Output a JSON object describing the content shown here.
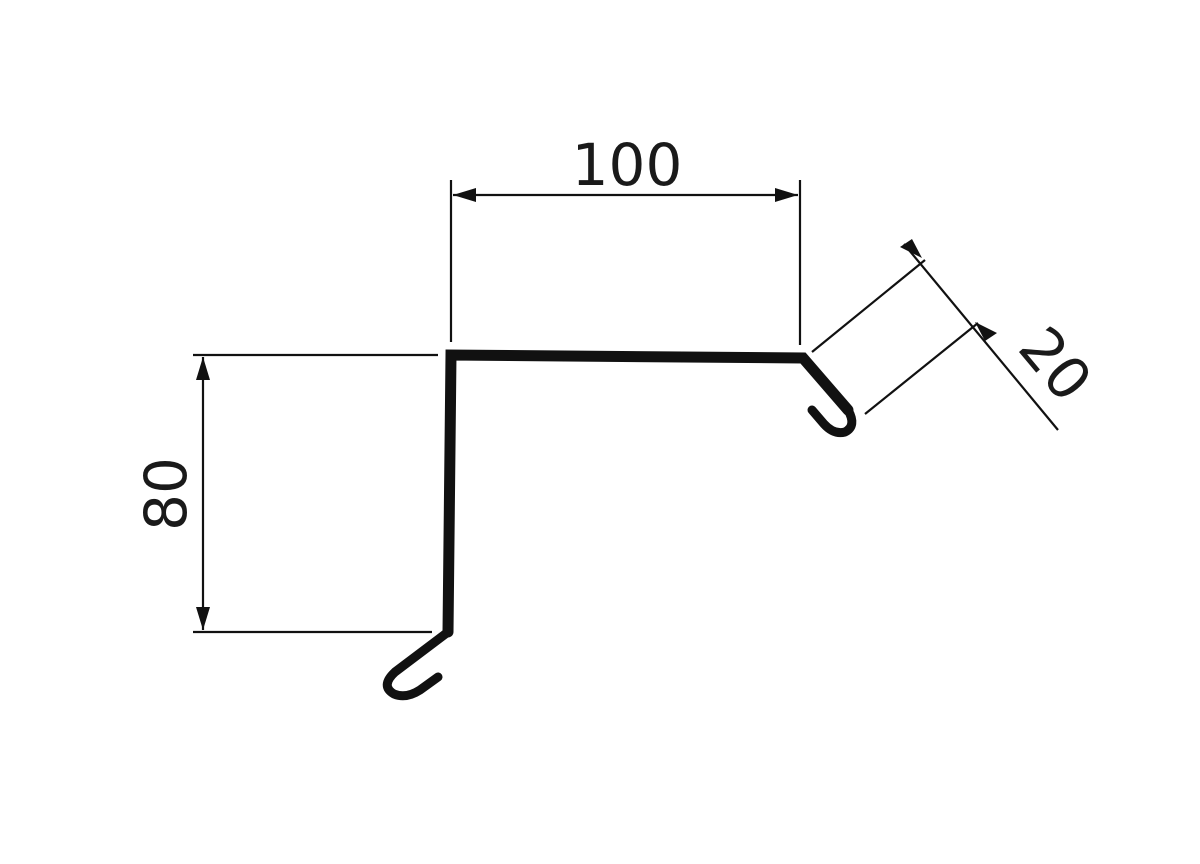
{
  "drawing": {
    "dimensions": [
      {
        "id": "width",
        "label": "100"
      },
      {
        "id": "height",
        "label": "80"
      },
      {
        "id": "flange",
        "label": "20"
      }
    ],
    "colors": {
      "line": "#111111",
      "background": "#ffffff"
    }
  }
}
